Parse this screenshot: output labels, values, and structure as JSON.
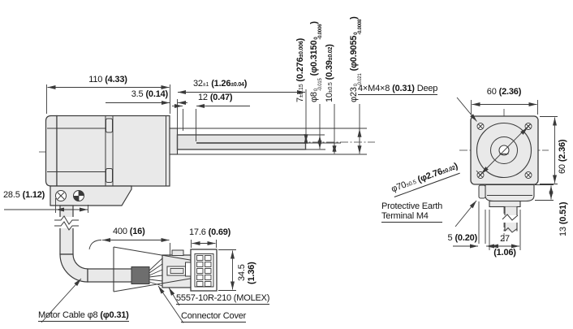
{
  "side": {
    "length": {
      "mm": "110",
      "inch": "(4.33)"
    },
    "boss_protrusion": {
      "mm": "3.5",
      "inch": "(0.14)"
    },
    "shaft_length": {
      "mm": "32",
      "mm_tol": "±1",
      "inch_open": "(1.26",
      "inch_tol": "±0.04",
      "close": ")"
    },
    "flat_offset": {
      "mm": "12",
      "inch": "(0.47)"
    },
    "cable_offset": {
      "mm": "28.5",
      "inch": "(1.12)"
    },
    "flat_width": {
      "mm": "7",
      "mm_tol": "±0.15",
      "inch_open": "(0.276",
      "inch_tol": "±0.006",
      "close": ")"
    },
    "shaft_dia": {
      "mm": "φ8",
      "tol_upper": "0",
      "tol_lower": "-0.015",
      "inch_open": "(φ0.3150",
      "inch_tol_upper": "0",
      "inch_tol_lower": "-0.0006",
      "close": ")"
    },
    "step_length": {
      "mm": "10",
      "mm_tol": "±0.5",
      "inch_open": "(0.39",
      "inch_tol": "±0.02",
      "close": ")"
    },
    "pilot_dia": {
      "mm": "φ23",
      "tol_upper": "0",
      "tol_lower": "-0.021",
      "inch_open": "(φ0.9055",
      "inch_tol_upper": "0",
      "inch_tol_lower": "-0.0008",
      "close": ")"
    }
  },
  "front": {
    "width": {
      "mm": "60",
      "inch": "(2.36)"
    },
    "height": {
      "mm": "60",
      "inch": "(2.36)"
    },
    "tap_note": {
      "thread": "4×M4×8",
      "inch": "(0.31)",
      "suffix": "Deep"
    },
    "bolt_circle": {
      "mm": "φ70",
      "mm_tol": "±0.5",
      "inch_open": "(φ2.76",
      "inch_tol": "±0.02",
      "close": ")"
    },
    "earth_line1": "Protective Earth",
    "earth_line2": "Terminal M4",
    "terminal_width": {
      "mm": "5",
      "inch": "(0.20)"
    },
    "housing_width": {
      "mm": "27",
      "inch": "(1.06)"
    },
    "housing_height": {
      "mm": "13",
      "inch": "(0.51)"
    }
  },
  "cable": {
    "length": {
      "mm": "400",
      "inch": "(16)"
    },
    "connector_width": {
      "mm": "17.6",
      "inch": "(0.69)"
    },
    "connector_height_mm": "34.5",
    "connector_height_inch": "(1.36)",
    "cable_label": {
      "text": "Motor Cable φ8",
      "inch": "(φ0.31)"
    },
    "connector_part": "5557-10R-210 (MOLEX)",
    "cover_label": "Connector Cover"
  },
  "colors": {
    "line": "#3a3a3a",
    "fill": "#e9e9e9",
    "background": "#ffffff",
    "text": "#141414"
  }
}
